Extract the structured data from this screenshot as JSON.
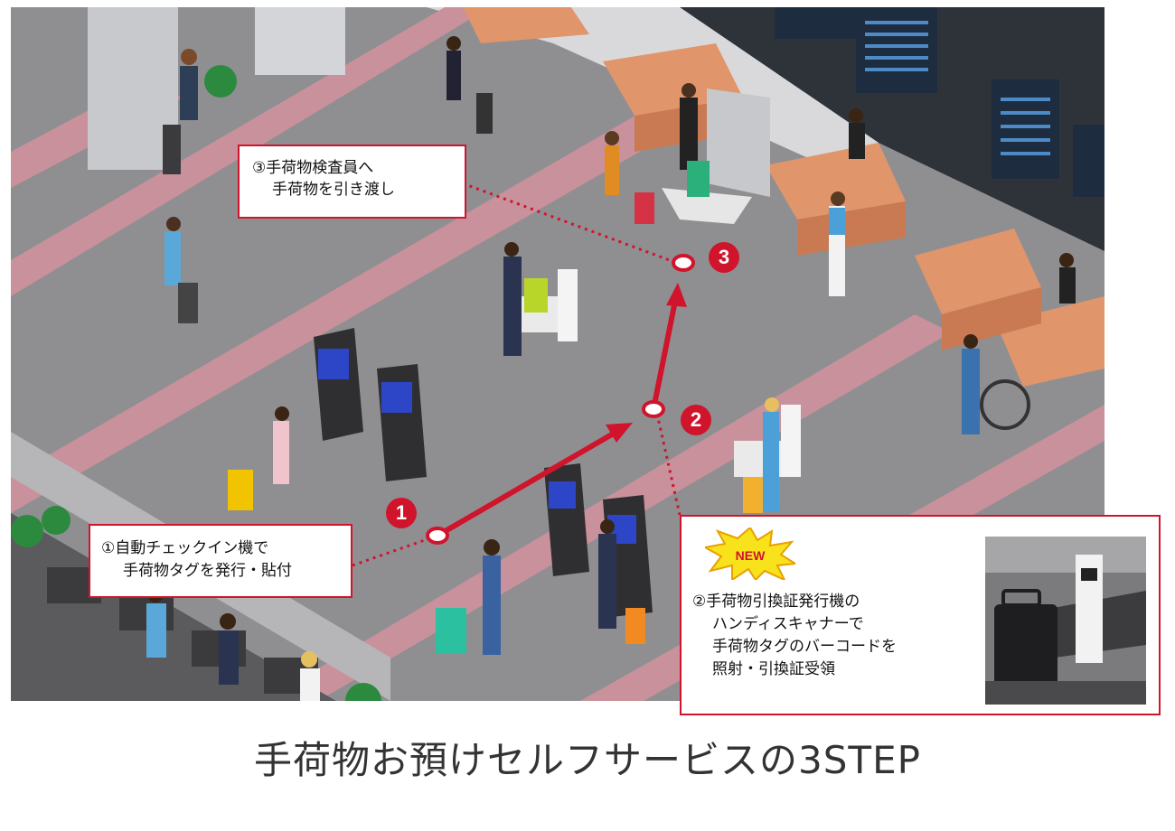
{
  "caption": "手荷物お預けセルフサービスの3STEP",
  "steps": [
    {
      "number": "1",
      "lines": [
        "①自動チェックイン機で",
        "手荷物タグを発行・貼付"
      ]
    },
    {
      "number": "2",
      "lines": [
        "②手荷物引換証発行機の",
        "ハンディスキャナーで",
        "手荷物タグのバーコードを",
        "照射・引換証受領"
      ],
      "badge": "NEW"
    },
    {
      "number": "3",
      "lines": [
        "③手荷物検査員へ",
        "手荷物を引き渡し"
      ]
    }
  ],
  "colors": {
    "accent": "#d0142c",
    "floor": "#8c8c8f",
    "walkway": "#c98a94",
    "counter": "#e0956b",
    "wall": "#2d3238"
  }
}
